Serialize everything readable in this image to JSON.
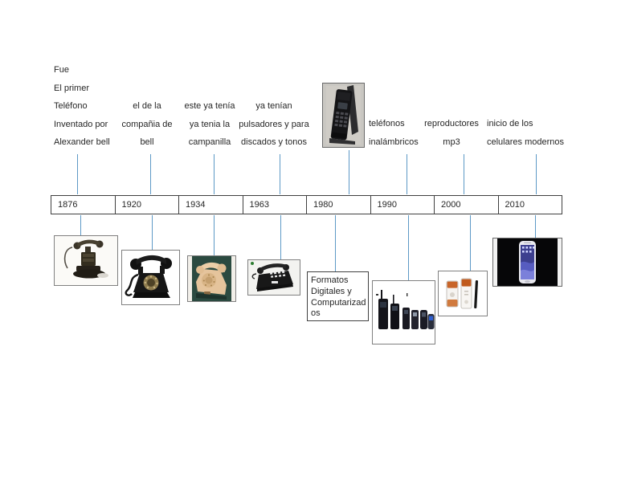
{
  "page": {
    "background": "#ffffff"
  },
  "colors": {
    "connector": "#5d99c6",
    "timeline_border": "#3f3f3f",
    "image_border": "#808080",
    "text": "#262626"
  },
  "intro": {
    "col1": [
      "Fue",
      "El primer",
      "Teléfono",
      "Inventado por",
      "Alexander bell"
    ],
    "col2": [
      "el de la",
      "compañia de",
      "bell"
    ],
    "col3": [
      "este ya tenía",
      "ya tenia la",
      "campanilla"
    ],
    "col4": [
      "ya tenían",
      "pulsadores y para",
      "discados y tonos"
    ],
    "col5": [
      "teléfonos",
      "inalámbricos"
    ],
    "col6": [
      "reproductores",
      "mp3"
    ],
    "col7": [
      "inicio de los",
      "celulares modernos"
    ]
  },
  "timeline": {
    "years": [
      "1876",
      "1920",
      "1934",
      "1963",
      "1980",
      "1990",
      "2000",
      "2010"
    ]
  },
  "callout_1980": {
    "lines": [
      "Formatos",
      "Digitales y",
      "Computarizad",
      "os"
    ]
  },
  "images": {
    "top_phone": "brick-cellphone-photo",
    "y1876": "antique-candlestick-telephone",
    "y1920": "black-rotary-telephone",
    "y1934": "cream-rotary-telephone",
    "y1963": "pushbutton-telephone",
    "y1990": "cellphone-evolution-lineup",
    "y2000": "mp3-players",
    "y2010": "modern-smartphone"
  }
}
